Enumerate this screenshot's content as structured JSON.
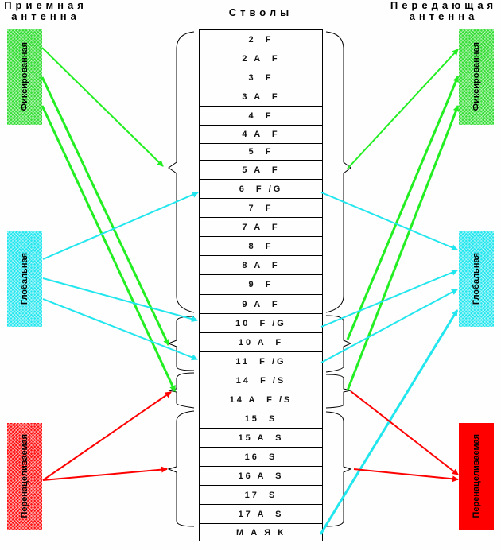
{
  "headers": {
    "receive": "Приемная\nантенна",
    "receive_line1": "Приемная",
    "receive_line2": "антенна",
    "channels": "Стволы",
    "transmit_line1": "Передающая",
    "transmit_line2": "антенна"
  },
  "receive_antennas": [
    {
      "label": "Фиксированная",
      "color": "#33dd33",
      "type": "fixed"
    },
    {
      "label": "Глобальная",
      "color": "#22e6ee",
      "type": "global"
    },
    {
      "label": "Перенацеливаемая",
      "color": "#ff1010",
      "type": "steerable"
    }
  ],
  "transmit_antennas": [
    {
      "label": "Фиксированная",
      "color": "#22ee22",
      "type": "fixed"
    },
    {
      "label": "Глобальная",
      "color": "#22e6ee",
      "type": "global"
    },
    {
      "label": "Перенацеливаемая",
      "color": "#ff0000",
      "type": "steerable"
    }
  ],
  "channels": [
    "2  F",
    "2 A  F",
    "3  F",
    "3 A  F",
    "4  F",
    "4 A  F",
    "5  F",
    "5 A  F",
    "6  F /G",
    "7  F",
    "7 A  F",
    "8  F",
    "8 A  F",
    "9  F",
    "9 A  F",
    "10  F /G",
    "10 A  F",
    "11  F /G",
    "14  F /S",
    "14 A  F /S",
    "15  S",
    "15 A  S",
    "16  S",
    "16 A  S",
    "17  S",
    "17 A  S",
    "М А Я К"
  ],
  "groups": [
    {
      "name": "fixed-group",
      "from": 0,
      "to": 14
    },
    {
      "name": "fg-group",
      "from": 15,
      "to": 17
    },
    {
      "name": "fs-group",
      "from": 18,
      "to": 19
    },
    {
      "name": "steerable-group",
      "from": 20,
      "to": 25
    }
  ],
  "connections": [
    {
      "from": "rx-fixed",
      "to": "group-fixed",
      "color": "#22ee22"
    },
    {
      "from": "rx-fixed",
      "to": "group-fg",
      "color": "#22ee22"
    },
    {
      "from": "rx-fixed",
      "to": "group-fs",
      "color": "#22ee22"
    },
    {
      "from": "rx-global",
      "to": "channel-6F/G",
      "color": "#22e6ee"
    },
    {
      "from": "rx-global",
      "to": "channel-10F/G",
      "color": "#22e6ee"
    },
    {
      "from": "rx-global",
      "to": "channel-11F/G",
      "color": "#22e6ee"
    },
    {
      "from": "rx-steerable",
      "to": "group-fs",
      "color": "#ff0000"
    },
    {
      "from": "rx-steerable",
      "to": "group-steerable",
      "color": "#ff0000"
    },
    {
      "from": "group-fixed",
      "to": "tx-fixed",
      "color": "#22ee22"
    },
    {
      "from": "group-fg",
      "to": "tx-fixed",
      "color": "#22ee22"
    },
    {
      "from": "group-fs",
      "to": "tx-fixed",
      "color": "#22ee22"
    },
    {
      "from": "channel-6F/G",
      "to": "tx-global",
      "color": "#22e6ee"
    },
    {
      "from": "channel-10F/G",
      "to": "tx-global",
      "color": "#22e6ee"
    },
    {
      "from": "channel-11F/G",
      "to": "tx-global",
      "color": "#22e6ee"
    },
    {
      "from": "channel-beacon",
      "to": "tx-global",
      "color": "#22e6ee"
    },
    {
      "from": "group-fs",
      "to": "tx-steerable",
      "color": "#ff0000"
    },
    {
      "from": "group-steerable",
      "to": "tx-steerable",
      "color": "#ff0000"
    }
  ]
}
